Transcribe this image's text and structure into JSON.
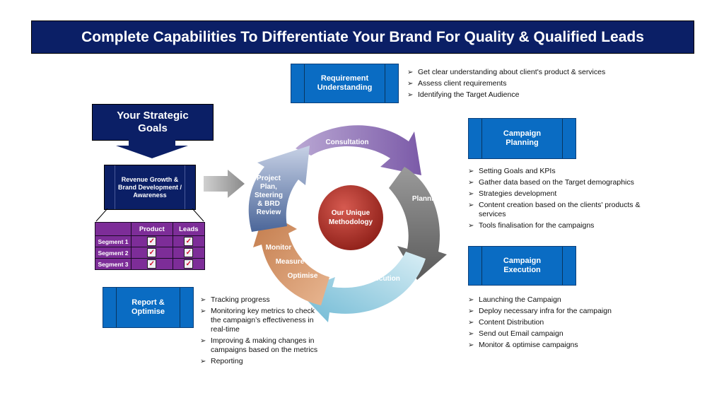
{
  "title": "Complete Capabilities To Differentiate Your Brand For Quality & Qualified Leads",
  "strategic_goals": {
    "title_line1": "Your Strategic",
    "title_line2": "Goals",
    "box_line1": "Revenue Growth &",
    "box_line2": "Brand Development /",
    "box_line3": "Awareness"
  },
  "segment_table": {
    "headers": [
      "Product",
      "Leads"
    ],
    "rows": [
      "Segment 1",
      "Segment 2",
      "Segment 3"
    ],
    "check_glyph": "✓"
  },
  "cycle": {
    "center_line1": "Our Unique",
    "center_line2": "Methodology",
    "consultation": "Consultation",
    "planning": "Planning",
    "execution": "Execution",
    "monitor": "Monitor",
    "measure": "Measure",
    "optimise": "Optimise",
    "project_line1": "Project",
    "project_line2": "Plan,",
    "project_line3": "Steering",
    "project_line4": "& BRD",
    "project_line5": "Review"
  },
  "requirement": {
    "line1": "Requirement",
    "line2": "Understanding",
    "bullets": [
      "Get clear understanding about client's product & services",
      "Assess client requirements",
      "Identifying the Target Audience"
    ]
  },
  "campaign_planning": {
    "line1": "Campaign",
    "line2": "Planning",
    "bullets": [
      "Setting Goals and KPIs",
      "Gather data based on the Target demographics",
      "Strategies development",
      "Content creation based on the clients' products  & services",
      "Tools finalisation for the campaigns"
    ]
  },
  "campaign_execution": {
    "line1": "Campaign",
    "line2": "Execution",
    "bullets": [
      "Launching the Campaign",
      "Deploy necessary infra for the campaign",
      "Content Distribution",
      "Send out Email campaign",
      "Monitor & optimise campaigns"
    ]
  },
  "report": {
    "line1": "Report &",
    "line2": "Optimise",
    "bullets": [
      "Tracking progress",
      "Monitoring key metrics to check the campaign’s effectiveness in real-time",
      "Improving & making changes in campaigns based on the metrics",
      "Reporting"
    ]
  },
  "colors": {
    "navy": "#0b1f66",
    "blue_box": "#0a6cc3",
    "purple_table": "#7d2d98",
    "center_red": "#b8322a"
  }
}
